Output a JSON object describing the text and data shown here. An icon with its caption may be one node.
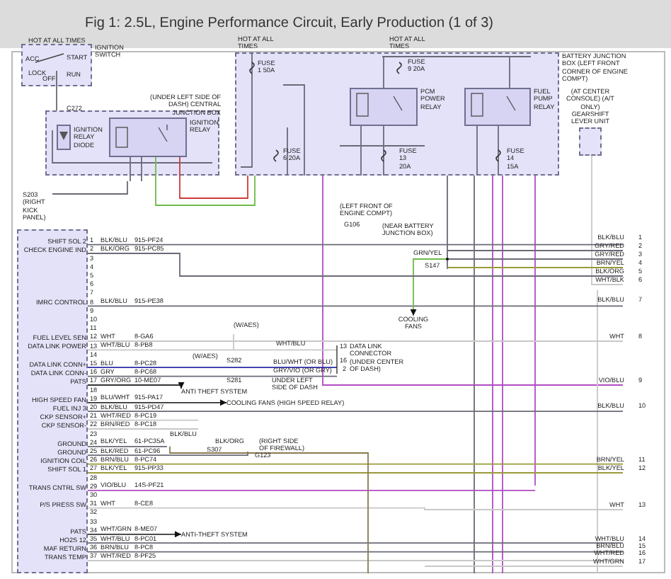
{
  "diagram": {
    "title": "Fig 1: 2.5L, Engine Performance Circuit, Early Production (1 of 3)",
    "nodes": [
      {
        "text": [
          "IGNITION SWITCH"
        ]
      },
      {
        "text": [
          "(UNDER LEFT SIDE OF DASH) CENTRAL JUNCTION BOX"
        ]
      },
      {
        "text": [
          "IGNITION RELAY DIODE"
        ],
        "in": 1
      },
      {
        "text": [
          "IGNITION RELAY"
        ],
        "in": 1
      },
      {
        "text": [
          "BATTERY JUNCTION BOX (LEFT FRONT CORNER OF ENGINE COMPT)"
        ]
      },
      {
        "text": [
          "PCM POWER RELAY"
        ],
        "in": 4
      },
      {
        "text": [
          "FUEL PUMP RELAY"
        ],
        "in": 4
      },
      {
        "text": [
          "(AT CENTER CONSOLE) (A/T ONLY) GEARSHIFT LEVER UNIT"
        ]
      },
      {
        "text": [],
        "shape": "box"
      },
      {
        "text": [
          "COOLING FANS"
        ]
      },
      {
        "text": [
          "ANTI THEFT SYSTEM"
        ]
      },
      {
        "text": [
          "COOLING FANS (HIGH SPEED RELAY)"
        ]
      },
      {
        "text": [
          "ANTI-THEFT SYSTEM"
        ]
      }
    ],
    "edges": [
      {
        "from": null,
        "to": 9,
        "arrow": "to",
        "color": "#6dbb4a"
      },
      {
        "from": 8,
        "to": 10,
        "arrow": "to"
      },
      {
        "from": 8,
        "to": 11,
        "arrow": "to"
      },
      {
        "from": 8,
        "to": 12,
        "arrow": "to"
      }
    ],
    "labels": [
      "HOT AT ALL TIMES",
      "ACC",
      "START",
      "LOCK",
      "OFF",
      "RUN",
      "C272",
      "HOT AT ALL TIMES",
      "FUSE 1 50A",
      "FUSE 6 20A",
      "HOT AT ALL TIMES",
      "FUSE 9 20A",
      "FUSE 13 20A",
      "FUSE 14 15A",
      "S203 (RIGHT KICK PANEL)",
      "(LEFT FRONT OF ENGINE COMPT)",
      "G106",
      "(NEAR BATTERY JUNCTION BOX)",
      "GRN/YEL",
      "S147",
      "SHIFT SOL 2",
      "CHECK ENGINE IND",
      "IMRC CONTROL",
      "FUEL LEVEL SEN",
      "DATA LINK POWER",
      "DATA LINK CONN+",
      "DATA LINK CONN-",
      "PATS",
      "HIGH SPEED FAN",
      "FUEL INJ 3",
      "CKP SENSOR+",
      "CKP SENSOR-",
      "GROUND",
      "GROUND",
      "IGNITION COIL",
      "SHIFT SOL 1",
      "TRANS CNTRL SW",
      "P/S PRESS SW",
      "PATS",
      "HO2S 12",
      "MAF RETURN",
      "TRANS TEMP",
      "1",
      "2",
      "3",
      "4",
      "5",
      "6",
      "7",
      "8",
      "9",
      "10",
      "11",
      "12",
      "13",
      "14",
      "15",
      "16",
      "17",
      "18",
      "19",
      "20",
      "21",
      "22",
      "23",
      "24",
      "25",
      "26",
      "27",
      "28",
      "29",
      "30",
      "31",
      "32",
      "33",
      "34",
      "35",
      "36",
      "37",
      "BLK/BLU",
      "915-PF24",
      "BLK/ORG",
      "915-PC85",
      "BLK/BLU",
      "915-PE38",
      "WHT",
      "8-GA6",
      "WHT/BLU",
      "8-PB8",
      "BLU",
      "8-PC28",
      "GRY",
      "8-PC68",
      "GRY/ORG",
      "10-ME07",
      "BLU/WHT",
      "915-PA17",
      "BLK/BLU",
      "915-PD47",
      "WHT/RED",
      "8-PC19",
      "BRN/RED",
      "8-PC18",
      "BLK/YEL",
      "61-PC35A",
      "BLK/RED",
      "61-PC96",
      "BRN/BLU",
      "8-PC74",
      "BLK/YEL",
      "915-PP33",
      "VIO/BLU",
      "14S-PF21",
      "WHT",
      "8-CE8",
      "WHT/GRN",
      "8-ME07",
      "WHT/BLU",
      "8-PC01",
      "BRN/BLU",
      "8-PC8",
      "WHT/RED",
      "8-PF25",
      "BLK/BLU",
      "1",
      "GRY/RED",
      "2",
      "GRY/RED",
      "3",
      "BRN/YEL",
      "4",
      "BLK/ORG",
      "5",
      "WHT/BLK",
      "6",
      "BLK/BLU",
      "7",
      "WHT",
      "8",
      "VIO/BLU",
      "9",
      "BLK/BLU",
      "10",
      "BRN/YEL",
      "11",
      "BLK/YEL",
      "12",
      "WHT",
      "13",
      "WHT/BLU",
      "14",
      "BRN/BLU",
      "15",
      "WHT/RED",
      "16",
      "WHT/GRN",
      "17",
      "(W/AES)",
      "WHT/BLU",
      "(W/AES)",
      "S282",
      "BLU/WHT (OR BLU)",
      "GRY/VIO (OR GRY)",
      "S281",
      "UNDER LEFT SIDE OF DASH",
      "DATA LINK CONNECTOR (UNDER CENTER OF DASH)",
      "13",
      "16",
      "2",
      "BLK/BLU",
      "BLK/ORG",
      "S307",
      "(RIGHT SIDE OF FIREWALL)",
      "G123"
    ]
  }
}
